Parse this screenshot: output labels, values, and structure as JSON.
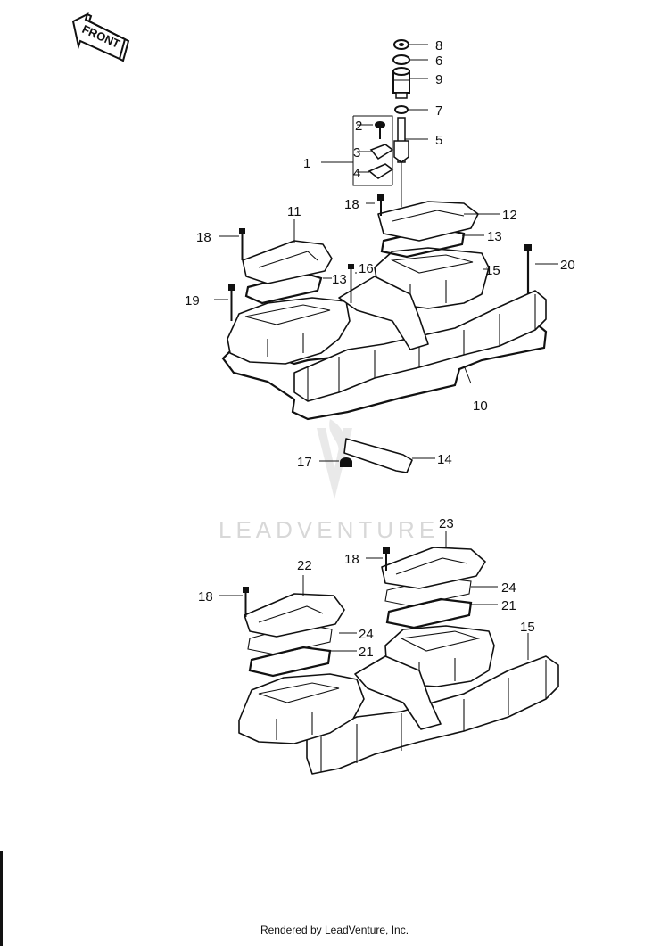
{
  "front_label": "FRONT",
  "watermark": "LEADVENTURE",
  "footer": "Rendered by LeadVenture, Inc.",
  "callouts": {
    "c1": "1",
    "c2": "2",
    "c3": "3",
    "c4": "4",
    "c5": "5",
    "c6": "6",
    "c7": "7",
    "c8": "8",
    "c9": "9",
    "c10": "10",
    "c11": "11",
    "c12": "12",
    "c13a": "13",
    "c13b": "13",
    "c14": "14",
    "c15a": "15",
    "c15b": "15",
    "c16": "16",
    "c17": "17",
    "c18a": "18",
    "c18b": "18",
    "c18c": "18",
    "c18d": "18",
    "c19": "19",
    "c20": "20",
    "c21a": "21",
    "c21b": "21",
    "c22": "22",
    "c23": "23",
    "c24a": "24",
    "c24b": "24"
  }
}
